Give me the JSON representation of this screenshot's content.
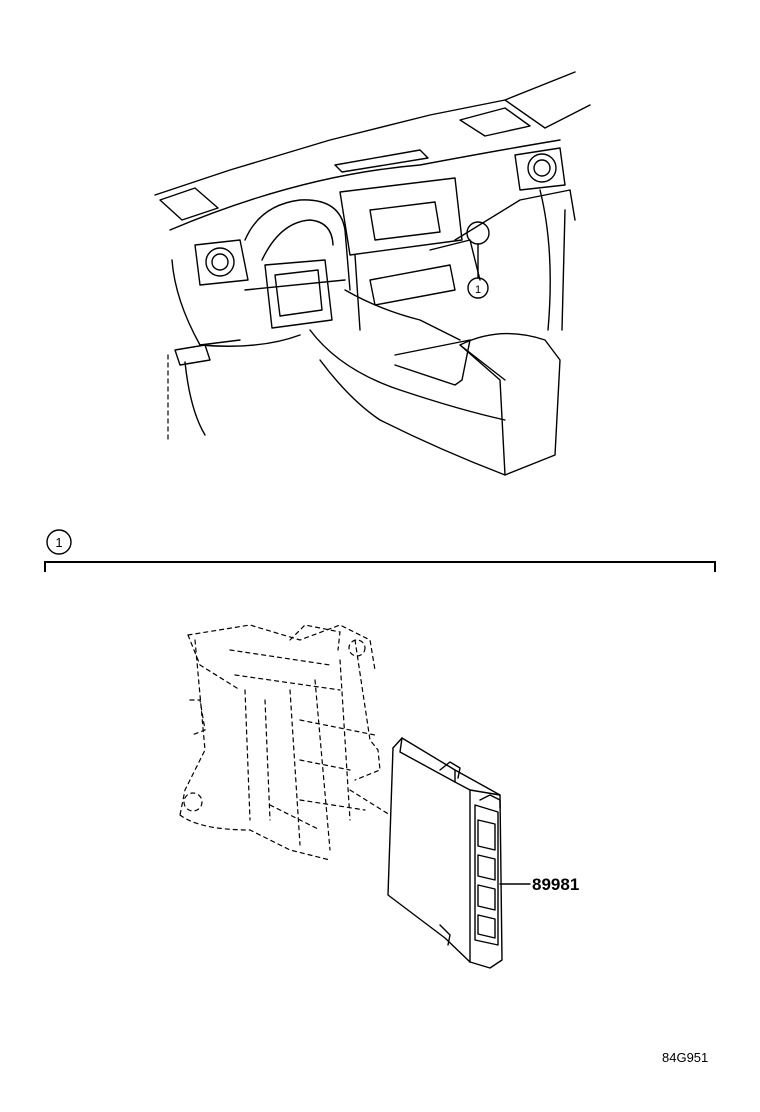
{
  "callouts": {
    "dashboard_marker": "1",
    "detail_header_marker": "1"
  },
  "parts": [
    {
      "part_number": "89981"
    }
  ],
  "diagram_code": "84G951",
  "colors": {
    "line": "#000000",
    "background": "#ffffff"
  }
}
